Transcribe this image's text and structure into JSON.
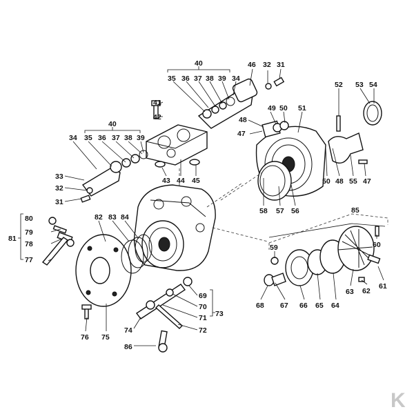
{
  "callouts": [
    "40",
    "35",
    "36",
    "37",
    "38",
    "39",
    "34",
    "46",
    "32",
    "31",
    "41",
    "42",
    "48",
    "49",
    "50",
    "51",
    "52",
    "53",
    "54",
    "47",
    "44",
    "43",
    "45",
    "33",
    "58",
    "57",
    "56",
    "55",
    "80",
    "79",
    "78",
    "77",
    "81",
    "82",
    "83",
    "84",
    "85",
    "59",
    "60",
    "61",
    "62",
    "63",
    "64",
    "65",
    "66",
    "67",
    "68",
    "76",
    "75",
    "74",
    "86",
    "69",
    "70",
    "71",
    "72",
    "73"
  ],
  "brand_mark": "K",
  "colors": {
    "ink": "#111111",
    "paper": "#ffffff",
    "brand": "#c8c8c8"
  }
}
